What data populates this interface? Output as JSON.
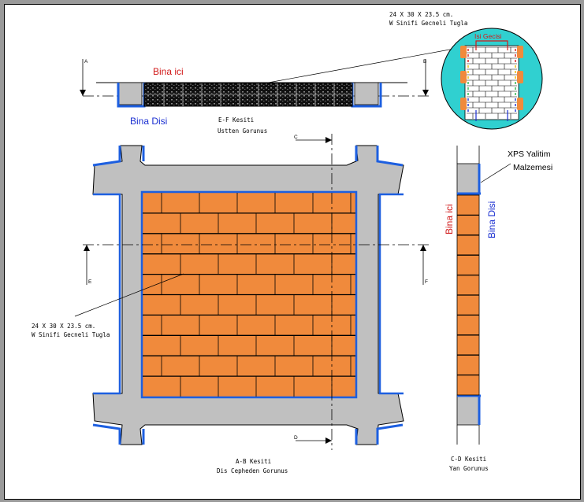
{
  "labels": {
    "bina_ici_top": "Bina ici",
    "bina_disi_top": "Bina Disi",
    "brick_spec_top_line1": "24 X 30 X 23.5 cm.",
    "brick_spec_top_line2": "W Sinifi Gecneli Tugla",
    "isi_gecisi": "Isi Gecisi",
    "section_ef_line1": "E-F Kesiti",
    "section_ef_line2": "Ustten Gorunus",
    "brick_spec_left_line1": "24 X 30 X 23.5 cm.",
    "brick_spec_left_line2": "W Sinifi Gecneli Tugla",
    "section_ab_line1": "A-B Kesiti",
    "section_ab_line2": "Dis Cepheden Gorunus",
    "xps_line1": "XPS Yalitim",
    "xps_line2": "Malzemesi",
    "bina_ici_side": "Bina ici",
    "bina_disi_side": "Bina Disi",
    "section_cd_line1": "C-D Kesiti",
    "section_cd_line2": "Yan Gorunus"
  },
  "markers": {
    "a": "A",
    "b": "B",
    "c": "C",
    "d": "D",
    "e": "E",
    "f": "F"
  },
  "colors": {
    "brick": "#f08a3c",
    "concrete": "#c0c0c0",
    "insulation": "#1d5fe0",
    "mortar": "#000000",
    "detail_circle": "#30d0d0",
    "interior_text": "#d11a1a",
    "exterior_text": "#1a2fd1"
  }
}
